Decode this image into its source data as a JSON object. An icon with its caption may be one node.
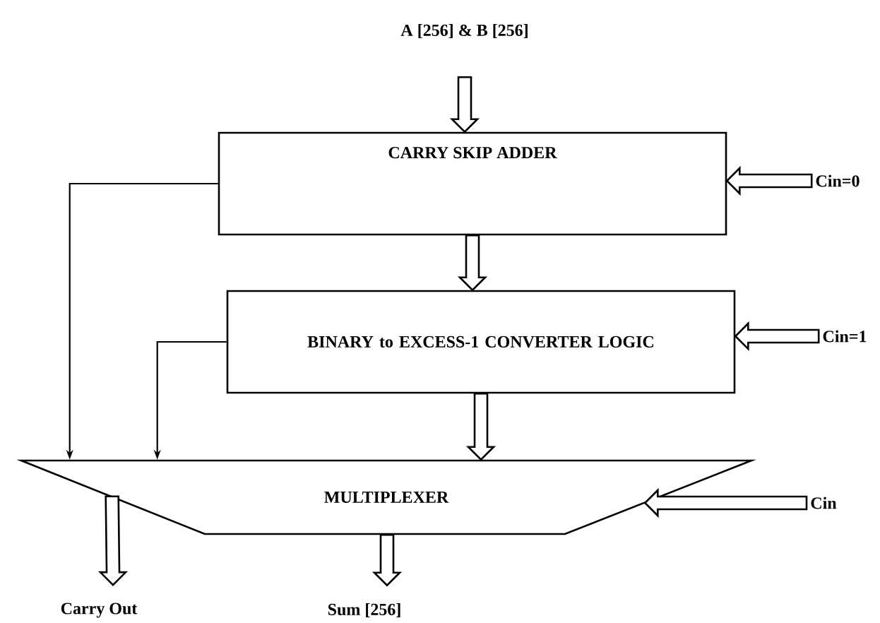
{
  "diagram": {
    "nodes": [
      {
        "text": [
          "A [256] & B [256]"
        ]
      },
      {
        "text": [
          "CARRY SKIP ADDER"
        ]
      },
      {
        "text": [
          "BINARY to EXCESS-1 CONVERTER LOGIC"
        ]
      },
      {
        "text": [
          "MULTIPLEXER"
        ]
      },
      {
        "text": [
          "Cin=0"
        ]
      },
      {
        "text": [
          "Cin=1"
        ]
      },
      {
        "text": [
          "Cin"
        ]
      },
      {
        "text": [
          "Carry Out"
        ]
      },
      {
        "text": [
          "Sum [256]"
        ]
      }
    ],
    "edges": [
      {
        "from": 0,
        "to": 1,
        "arrow": "to",
        "style": "thick"
      },
      {
        "from": 1,
        "to": 2,
        "arrow": "to",
        "style": "thick"
      },
      {
        "from": 2,
        "to": 3,
        "arrow": "to",
        "style": "thick"
      },
      {
        "from": 4,
        "to": 1,
        "arrow": "to",
        "style": "thick"
      },
      {
        "from": 5,
        "to": 2,
        "arrow": "to",
        "style": "thick"
      },
      {
        "from": 6,
        "to": 3,
        "arrow": "to",
        "style": "thick"
      },
      {
        "from": 1,
        "to": 3,
        "arrow": "to"
      },
      {
        "from": 2,
        "to": 3,
        "arrow": "to"
      },
      {
        "from": 3,
        "to": 7,
        "arrow": "to",
        "style": "thick"
      },
      {
        "from": 3,
        "to": 8,
        "arrow": "to",
        "style": "thick"
      }
    ]
  }
}
